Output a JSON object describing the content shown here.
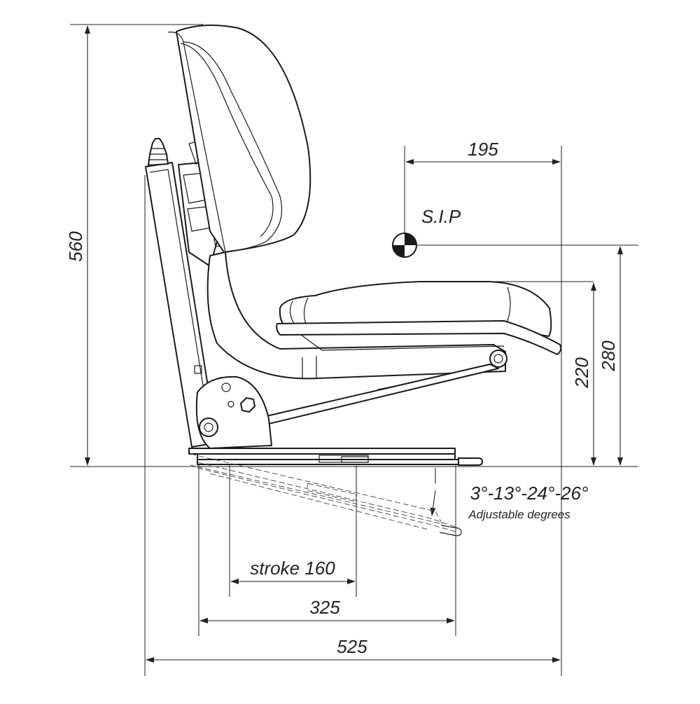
{
  "drawing": {
    "dimensions": {
      "sip_offset": "195",
      "overall_height": "560",
      "seat_height_low": "220",
      "seat_height_high": "280",
      "stroke": "stroke 160",
      "rail_length": "325",
      "overall_depth": "525"
    },
    "sip_label": "S.I.P",
    "tilt_angles": "3°-13°-24°-26°",
    "tilt_caption": "Adjustable degrees"
  }
}
